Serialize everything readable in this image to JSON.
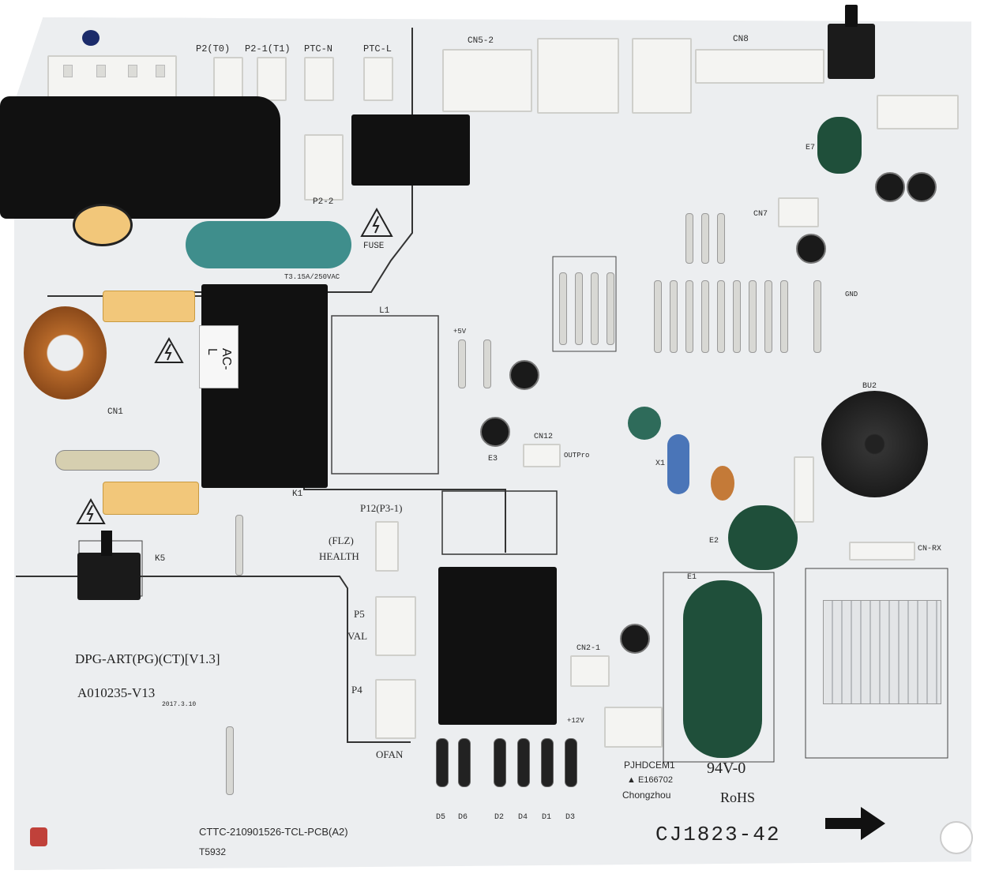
{
  "board": {
    "model_line": "DPG-ART(PG)(CT)[V1.3]",
    "part_number": "A010235-V13",
    "date_small": "2017.3.10",
    "ctc_code": "CTTC-210901526-TCL-PCB(A2)",
    "ts_code": "T5932",
    "batch_code": "CJ1823-42",
    "flame_rating": "94V-0",
    "rohs": "RoHS",
    "maker_lines": [
      "PJHDCEM1",
      "▲ E166702",
      "Chongzhou"
    ]
  },
  "labels": {
    "p2_t0": "P2(T0)",
    "p2_1_t1": "P2-1(T1)",
    "ptc_n": "PTC-N",
    "ptc_l": "PTC-L",
    "cn5_2": "CN5-2",
    "cn8": "CN8",
    "p2_2": "P2-2",
    "fuse": "FUSE",
    "fuse_rating": "T3.15A/250VAC",
    "ac_l": "AC-L",
    "cn1": "CN1",
    "k1": "K1",
    "k5": "K5",
    "l1": "L1",
    "p12_p3_1": "P12(P3-1)",
    "flz": "(FLZ)",
    "health": "HEALTH",
    "p5": "P5",
    "val": "VAL",
    "p4": "P4",
    "ofan": "OFAN",
    "cn12": "CN12",
    "outpro": "OUTPro",
    "cn2_1": "CN2-1",
    "e1": "E1",
    "e2": "E2",
    "e3": "E3",
    "e7": "E7",
    "cn7": "CN7",
    "bu2": "BU2",
    "x1": "X1",
    "gnd": "GND",
    "plus5v": "+5V",
    "plus12v": "+12V",
    "cn_rx": "CN-RX",
    "d5": "D5",
    "d6": "D6",
    "d2": "D2",
    "d4": "D4",
    "d1": "D1",
    "d3": "D3"
  },
  "colors": {
    "board": "#eceef0",
    "silkscreen": "#2a2a2a",
    "relay": "#111111",
    "varistor": "#f2c77a",
    "x_cap": "#3f8e8c",
    "heatsink": "#d9dbdd",
    "electrolytic": "#1f4f3a",
    "copper": "#b86a2a"
  },
  "icons": [
    "hazard-triangle-icon",
    "arrow-right-icon",
    "tcl-logo-icon"
  ]
}
